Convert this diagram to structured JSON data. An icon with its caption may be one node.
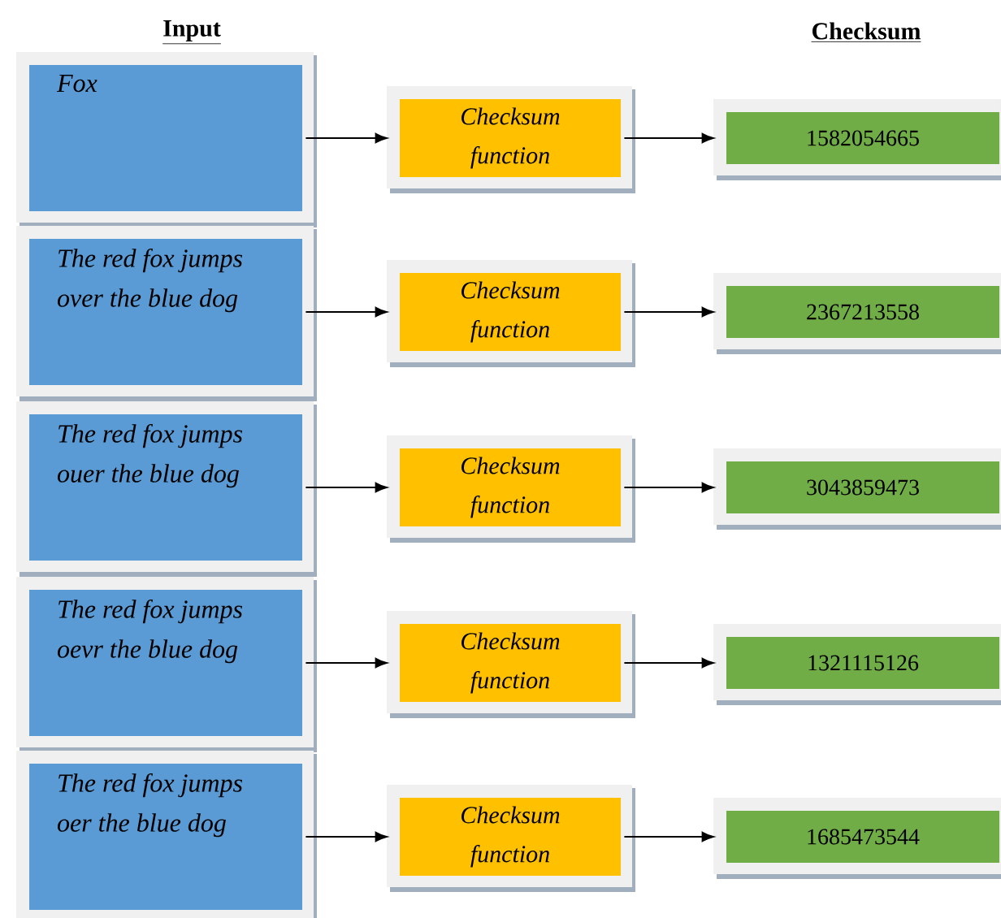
{
  "diagram": {
    "nodes": [
      {
        "text": [
          "Fox"
        ]
      },
      {
        "text": [
          "Checksum function"
        ]
      },
      {
        "text": [
          "1582054665"
        ]
      },
      {
        "text": [
          "The red fox jumps over the blue dog"
        ]
      },
      {
        "text": [
          "Checksum function"
        ]
      },
      {
        "text": [
          "2367213558"
        ]
      },
      {
        "text": [
          "The red fox jumps ouer the blue dog"
        ]
      },
      {
        "text": [
          "Checksum function"
        ]
      },
      {
        "text": [
          "3043859473"
        ]
      },
      {
        "text": [
          "The red fox jumps oevr the blue dog"
        ]
      },
      {
        "text": [
          "Checksum function"
        ]
      },
      {
        "text": [
          "1321115126"
        ]
      },
      {
        "text": [
          "The red fox jumps oer the blue dog"
        ]
      },
      {
        "text": [
          "Checksum function"
        ]
      },
      {
        "text": [
          "1685473544"
        ]
      }
    ],
    "edges": [
      {
        "from": 0,
        "to": 1,
        "arrow": "to"
      },
      {
        "from": 1,
        "to": 2,
        "arrow": "to"
      },
      {
        "from": 3,
        "to": 4,
        "arrow": "to"
      },
      {
        "from": 4,
        "to": 5,
        "arrow": "to"
      },
      {
        "from": 6,
        "to": 7,
        "arrow": "to"
      },
      {
        "from": 7,
        "to": 8,
        "arrow": "to"
      },
      {
        "from": 9,
        "to": 10,
        "arrow": "to"
      },
      {
        "from": 10,
        "to": 11,
        "arrow": "to"
      },
      {
        "from": 12,
        "to": 13,
        "arrow": "to"
      },
      {
        "from": 13,
        "to": 14,
        "arrow": "to"
      }
    ],
    "labels": [
      "Input",
      "Checksum"
    ]
  }
}
